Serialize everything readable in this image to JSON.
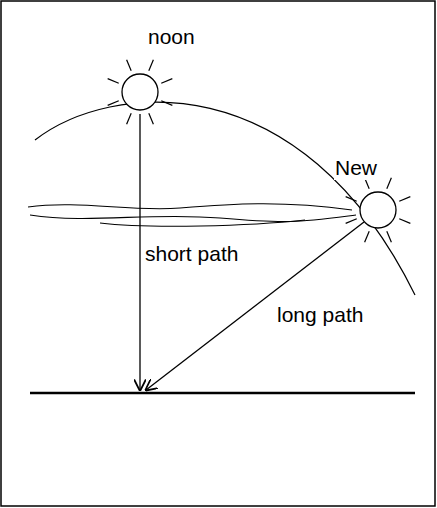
{
  "diagram": {
    "labels": [
      "noon",
      "New",
      "short path",
      "long path"
    ]
  }
}
